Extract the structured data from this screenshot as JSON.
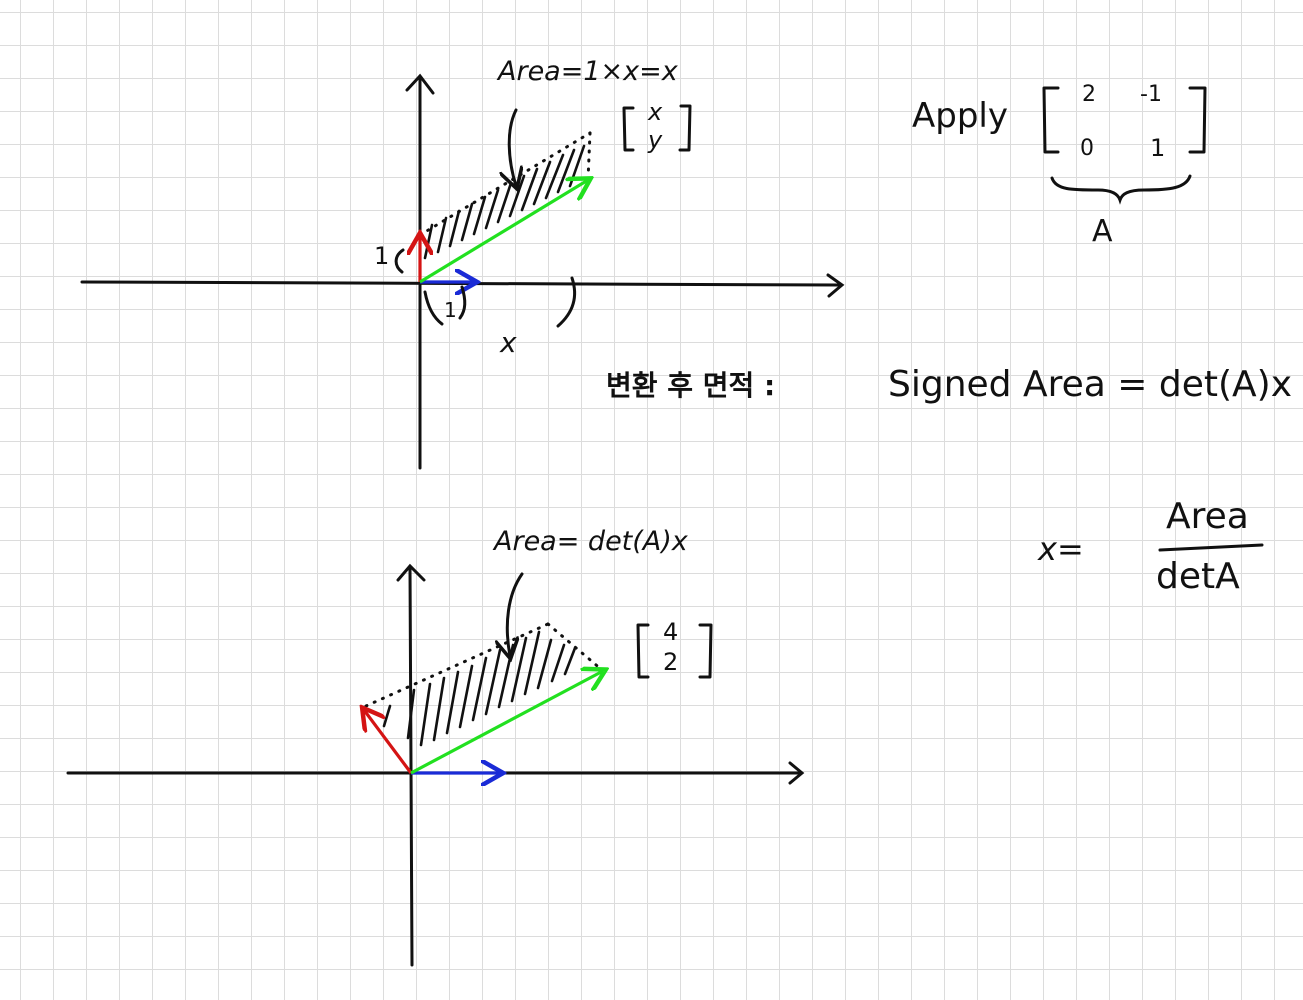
{
  "top_panel": {
    "area_label": "Area=1×x=x",
    "vector_label": {
      "top": "x",
      "bottom": "y"
    },
    "height_label": "1",
    "base_label": "1",
    "width_label": "x"
  },
  "transform": {
    "apply_label": "Apply",
    "matrix": {
      "a": "2",
      "b": "-1",
      "c": "0",
      "d": "1"
    },
    "matrix_name": "A"
  },
  "korean_note": "변환 후 면적 :",
  "signed_area_formula": "Signed Area = det(A)x",
  "bottom_panel": {
    "area_label": "Area= det(A)x",
    "vector_label": {
      "top": "4",
      "bottom": "2"
    }
  },
  "solve_formula": {
    "lhs": "x=",
    "numerator": "Area",
    "denominator": "detA"
  },
  "colors": {
    "basis_i": "#1a2bd6",
    "basis_j": "#d41414",
    "vector_v": "#22e020",
    "ink": "#111111"
  }
}
